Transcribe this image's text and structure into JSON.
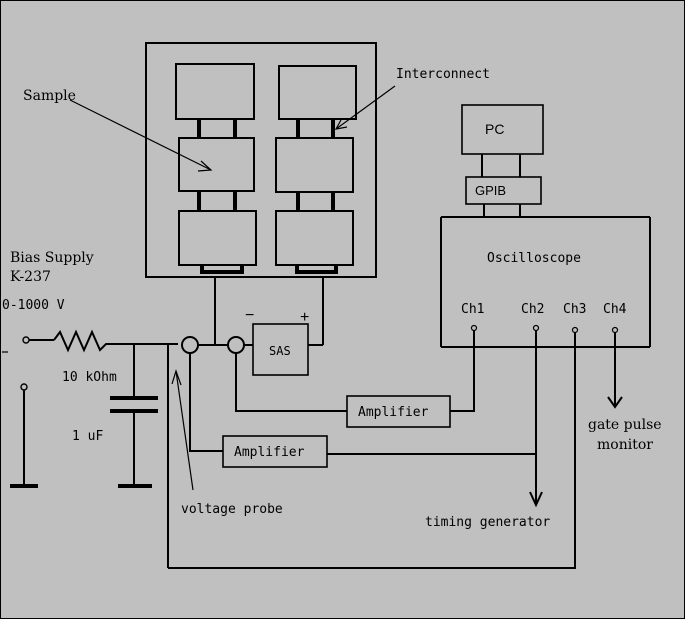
{
  "labels": {
    "sample": "Sample",
    "interconnect": "Interconnect",
    "pc": "PC",
    "gpib": "GPIB",
    "oscilloscope": "Oscilloscope",
    "ch1": "Ch1",
    "ch2": "Ch2",
    "ch3": "Ch3",
    "ch4": "Ch4",
    "bias_supply": "Bias Supply",
    "k237": "K-237",
    "voltage_range": "0-1000  V",
    "resistor": "10 kOhm",
    "capacitor": "1 uF",
    "sas": "SAS",
    "minus": "−",
    "plus": "+",
    "amplifier_top": "Amplifier",
    "amplifier_bottom": "Amplifier",
    "voltage_probe": "voltage probe",
    "timing_generator": "timing generator",
    "gate_pulse": "gate pulse",
    "monitor": "monitor"
  }
}
